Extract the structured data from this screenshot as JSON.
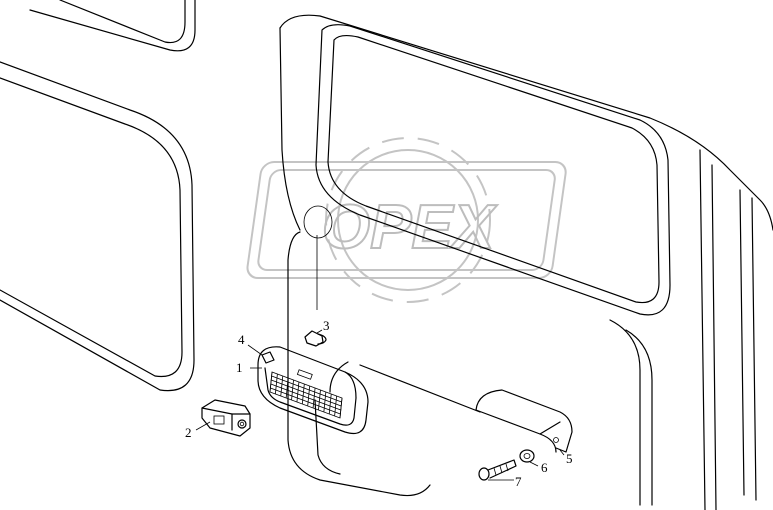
{
  "watermark": {
    "text": "OPEX",
    "color": "#bdbdbd"
  },
  "callouts": [
    {
      "id": "1",
      "label": "1"
    },
    {
      "id": "2",
      "label": "2"
    },
    {
      "id": "3",
      "label": "3"
    },
    {
      "id": "4",
      "label": "4"
    },
    {
      "id": "5",
      "label": "5"
    },
    {
      "id": "6",
      "label": "6"
    },
    {
      "id": "7",
      "label": "7"
    }
  ]
}
